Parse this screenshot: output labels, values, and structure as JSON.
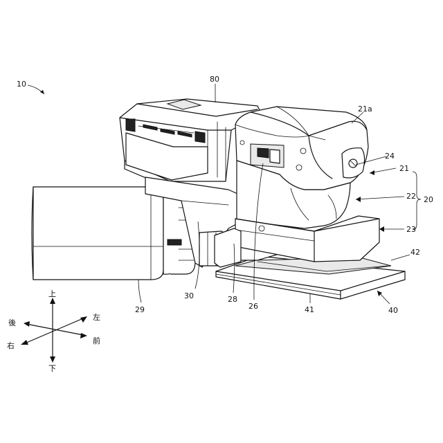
{
  "figure": {
    "labels": {
      "l10": "10",
      "l80": "80",
      "l21a": "21a",
      "l24": "24",
      "l21": "21",
      "l22": "22",
      "l20": "20",
      "l23": "23",
      "l42": "42",
      "l40": "40",
      "l41": "41",
      "l26": "26",
      "l28": "28",
      "l30": "30",
      "l29": "29"
    },
    "directions": {
      "up": "上",
      "down": "下",
      "left": "左",
      "right": "右",
      "front": "前",
      "back": "後"
    }
  },
  "colors": {
    "line": "#111111",
    "background": "#ffffff"
  }
}
